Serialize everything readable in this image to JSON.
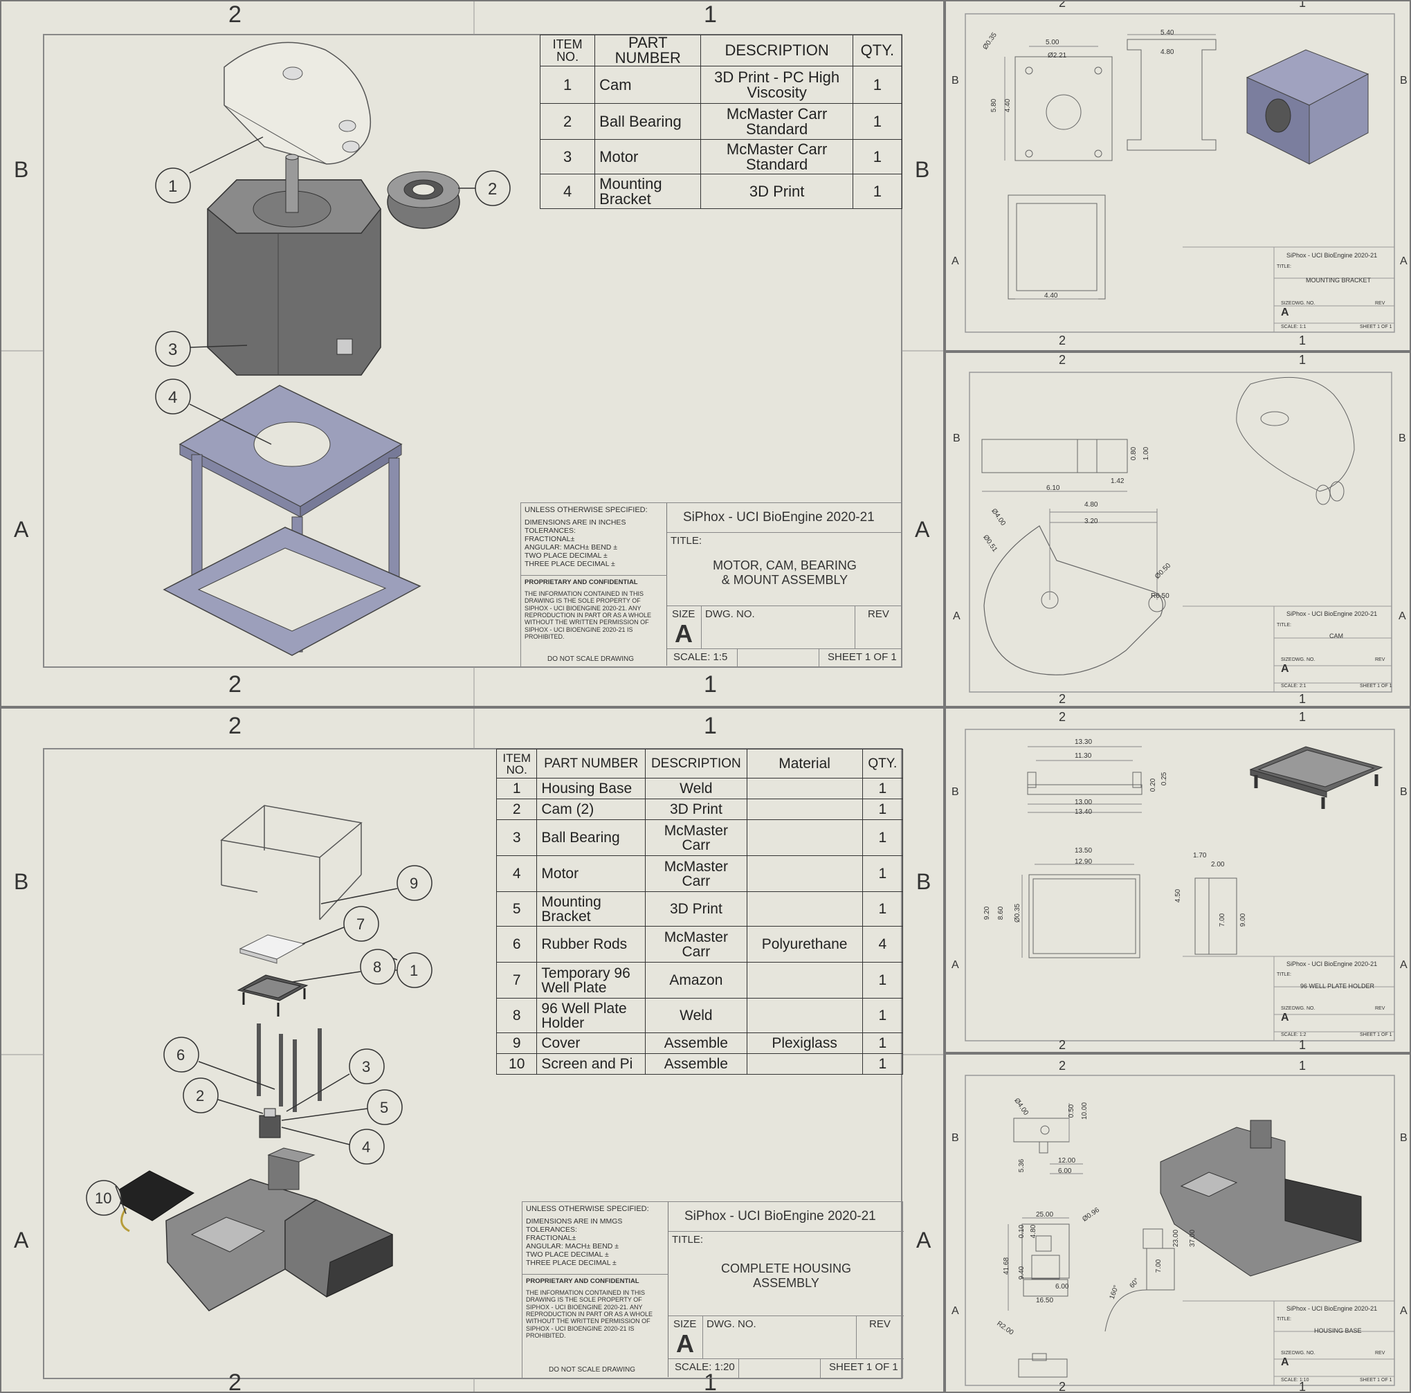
{
  "zone_marks": {
    "col2": "2",
    "col1": "1",
    "rowB": "B",
    "rowA": "A"
  },
  "sheet1": {
    "bom_headers": [
      "ITEM\nNO.",
      "PART NUMBER",
      "DESCRIPTION",
      "QTY."
    ],
    "bom_rows": [
      {
        "item": "1",
        "part": "Cam",
        "desc": "3D Print - PC High Viscosity",
        "qty": "1"
      },
      {
        "item": "2",
        "part": "Ball Bearing",
        "desc": "McMaster Carr Standard",
        "qty": "1"
      },
      {
        "item": "3",
        "part": "Motor",
        "desc": "McMaster Carr Standard",
        "qty": "1"
      },
      {
        "item": "4",
        "part": "Mounting Bracket",
        "desc": "3D Print",
        "qty": "1"
      }
    ],
    "balloons": [
      "1",
      "2",
      "3",
      "4"
    ],
    "titleblock": {
      "unless": "UNLESS OTHERWISE SPECIFIED:",
      "dims": "DIMENSIONS ARE IN INCHES\nTOLERANCES:\nFRACTIONAL±\nANGULAR: MACH±    BEND ±\nTWO PLACE DECIMAL   ±\nTHREE PLACE DECIMAL  ±",
      "prop": "PROPRIETARY AND CONFIDENTIAL",
      "propText": "THE INFORMATION CONTAINED IN THIS\nDRAWING IS THE SOLE PROPERTY OF\nSIPHOX - UCI BIOENGINE 2020-21. ANY\nREPRODUCTION IN PART OR AS A WHOLE\nWITHOUT THE WRITTEN PERMISSION OF\nSIPHOX - UCI BIOENGINE 2020-21 IS\nPROHIBITED.",
      "dns": "DO NOT SCALE DRAWING",
      "company": "SiPhox - UCI BioEngine 2020-21",
      "titleLbl": "TITLE:",
      "title": "MOTOR, CAM, BEARING\n& MOUNT ASSEMBLY",
      "sizeLbl": "SIZE",
      "dwgLbl": "DWG.  NO.",
      "revLbl": "REV",
      "size": "A",
      "scale": "SCALE: 1:5",
      "sheet": "SHEET 1 OF 1"
    }
  },
  "sheet2": {
    "bom_headers": [
      "ITEM\nNO.",
      "PART NUMBER",
      "DESCRIPTION",
      "Material",
      "QTY."
    ],
    "bom_rows": [
      {
        "item": "1",
        "part": "Housing Base",
        "desc": "Weld",
        "mat": "",
        "qty": "1"
      },
      {
        "item": "2",
        "part": "Cam (2)",
        "desc": "3D Print",
        "mat": "",
        "qty": "1"
      },
      {
        "item": "3",
        "part": "Ball Bearing",
        "desc": "McMaster Carr",
        "mat": "",
        "qty": "1"
      },
      {
        "item": "4",
        "part": "Motor",
        "desc": "McMaster Carr",
        "mat": "",
        "qty": "1"
      },
      {
        "item": "5",
        "part": "Mounting Bracket",
        "desc": "3D Print",
        "mat": "",
        "qty": "1"
      },
      {
        "item": "6",
        "part": "Rubber Rods",
        "desc": "McMaster Carr",
        "mat": "Polyurethane",
        "qty": "4"
      },
      {
        "item": "7",
        "part": "Temporary 96 Well Plate",
        "desc": "Amazon",
        "mat": "",
        "qty": "1"
      },
      {
        "item": "8",
        "part": "96 Well Plate Holder",
        "desc": "Weld",
        "mat": "",
        "qty": "1"
      },
      {
        "item": "9",
        "part": "Cover",
        "desc": "Assemble",
        "mat": "Plexiglass",
        "qty": "1"
      },
      {
        "item": "10",
        "part": "Screen and Pi",
        "desc": "Assemble",
        "mat": "",
        "qty": "1"
      }
    ],
    "balloons": [
      "1",
      "2",
      "3",
      "4",
      "5",
      "6",
      "7",
      "8",
      "9",
      "10"
    ],
    "titleblock": {
      "unless": "UNLESS OTHERWISE SPECIFIED:",
      "dims": "DIMENSIONS ARE IN MMGS\nTOLERANCES:\nFRACTIONAL±\nANGULAR: MACH±    BEND ±\nTWO PLACE DECIMAL   ±\nTHREE PLACE DECIMAL  ±",
      "prop": "PROPRIETARY AND CONFIDENTIAL",
      "propText": "THE INFORMATION CONTAINED IN THIS\nDRAWING IS THE SOLE PROPERTY OF\nSIPHOX - UCI BIOENGINE 2020-21. ANY\nREPRODUCTION IN PART OR AS A WHOLE\nWITHOUT THE WRITTEN PERMISSION OF\nSIPHOX - UCI BIOENGINE 2020-21 IS\nPROHIBITED.",
      "dns": "DO NOT SCALE DRAWING",
      "company": "SiPhox - UCI BioEngine 2020-21",
      "titleLbl": "TITLE:",
      "title": "COMPLETE HOUSING\nASSEMBLY",
      "sizeLbl": "SIZE",
      "dwgLbl": "DWG.  NO.",
      "revLbl": "REV",
      "size": "A",
      "scale": "SCALE: 1:20",
      "sheet": "SHEET 1 OF 1"
    }
  },
  "detail_bracket": {
    "dims": [
      "Ø0.35",
      "5.00",
      "Ø2.21",
      "5.40",
      "4.80",
      "5.80",
      "4.40",
      "4.40"
    ],
    "titleblock": {
      "company": "SiPhox - UCI BioEngine 2020-21",
      "titleLbl": "TITLE:",
      "title": "MOUNTING BRACKET",
      "sizeLbl": "SIZE",
      "dwgLbl": "DWG.  NO.",
      "revLbl": "REV",
      "size": "A",
      "scale": "SCALE: 1:1",
      "sheet": "SHEET 1 OF 1"
    }
  },
  "detail_cam": {
    "dims": [
      "0.80",
      "1.00",
      "6.10",
      "1.42",
      "4.80",
      "3.20",
      "Ø4.00",
      "Ø0.51",
      "Ø0.50",
      "R0.50"
    ],
    "titleblock": {
      "company": "SiPhox - UCI BioEngine 2020-21",
      "titleLbl": "TITLE:",
      "title": "CAM",
      "sizeLbl": "SIZE",
      "dwgLbl": "DWG.  NO.",
      "revLbl": "REV",
      "size": "A",
      "scale": "SCALE: 2:1",
      "sheet": "SHEET 1 OF 1"
    }
  },
  "detail_plate": {
    "dims": [
      "13.30",
      "11.30",
      "0.20",
      "0.25",
      "13.00",
      "13.40",
      "13.50",
      "12.90",
      "9.20",
      "8.60",
      "Ø0.35",
      "1.70",
      "2.00",
      "4.50",
      "7.00",
      "9.00"
    ],
    "titleblock": {
      "company": "SiPhox - UCI BioEngine 2020-21",
      "titleLbl": "TITLE:",
      "title": "96 WELL PLATE HOLDER",
      "sizeLbl": "SIZE",
      "dwgLbl": "DWG.  NO.",
      "revLbl": "REV",
      "size": "A",
      "scale": "SCALE: 1:2",
      "sheet": "SHEET 1 OF 1"
    }
  },
  "detail_housing": {
    "dims": [
      "Ø4.00",
      "0.50",
      "10.00",
      "12.00",
      "6.00",
      "5.36",
      "25.00",
      "Ø0.96",
      "0.10",
      "4.80",
      "41.68",
      "9.40",
      "6.00",
      "16.50",
      "23.00",
      "37.00",
      "7.00",
      "160°",
      "60°",
      "R2.00"
    ],
    "titleblock": {
      "company": "SiPhox - UCI BioEngine 2020-21",
      "titleLbl": "TITLE:",
      "title": "HOUSING BASE",
      "sizeLbl": "SIZE",
      "dwgLbl": "DWG.  NO.",
      "revLbl": "REV",
      "size": "A",
      "scale": "SCALE: 1:10",
      "sheet": "SHEET 1 OF 1"
    }
  }
}
